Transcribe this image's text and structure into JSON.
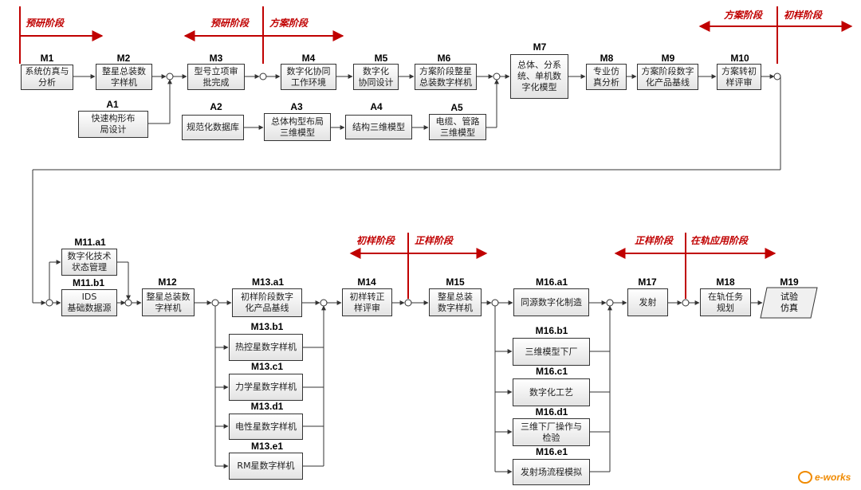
{
  "phases": {
    "p1": "预研阶段",
    "p2a": "预研阶段",
    "p2b": "方案阶段",
    "p3a": "方案阶段",
    "p3b": "初样阶段",
    "p4a": "初样阶段",
    "p4b": "正样阶段",
    "p5a": "正样阶段",
    "p5b": "在轨应用阶段"
  },
  "nodes": {
    "M1": {
      "code": "M1",
      "label": "系统仿真与\n分析"
    },
    "M2": {
      "code": "M2",
      "label": "整星总装数\n字样机"
    },
    "A1": {
      "code": "A1",
      "label": "快速构形布\n局设计"
    },
    "M3": {
      "code": "M3",
      "label": "型号立项审\n批完成"
    },
    "A2": {
      "code": "A2",
      "label": "规范化数据库"
    },
    "M4": {
      "code": "M4",
      "label": "数字化协同\n工作环境"
    },
    "A3": {
      "code": "A3",
      "label": "总体构型布局\n三维模型"
    },
    "M5": {
      "code": "M5",
      "label": "数字化\n协同设计"
    },
    "A4": {
      "code": "A4",
      "label": "结构三维模型"
    },
    "M6": {
      "code": "M6",
      "label": "方案阶段整星\n总装数字样机"
    },
    "A5": {
      "code": "A5",
      "label": "电缆、管路\n三维模型"
    },
    "M7": {
      "code": "M7",
      "label": "总体、分系\n统、单机数\n字化模型"
    },
    "M8": {
      "code": "M8",
      "label": "专业仿\n真分析"
    },
    "M9": {
      "code": "M9",
      "label": "方案阶段数字\n化产品基线"
    },
    "M10": {
      "code": "M10",
      "label": "方案转初\n样评审"
    },
    "M11a1": {
      "code": "M11.a1",
      "label": "数字化技术\n状态管理"
    },
    "M11b1": {
      "code": "M11.b1",
      "label": "IDS\n基础数据源"
    },
    "M12": {
      "code": "M12",
      "label": "整星总装数\n字样机"
    },
    "M13a1": {
      "code": "M13.a1",
      "label": "初样阶段数字\n化产品基线"
    },
    "M13b1": {
      "code": "M13.b1",
      "label": "热控星数字样机"
    },
    "M13c1": {
      "code": "M13.c1",
      "label": "力学星数字样机"
    },
    "M13d1": {
      "code": "M13.d1",
      "label": "电性星数字样机"
    },
    "M13e1": {
      "code": "M13.e1",
      "label": "RM星数字样机"
    },
    "M14": {
      "code": "M14",
      "label": "初样转正\n样评审"
    },
    "M15": {
      "code": "M15",
      "label": "整星总装\n数字样机"
    },
    "M16a1": {
      "code": "M16.a1",
      "label": "同源数字化制造"
    },
    "M16b1": {
      "code": "M16.b1",
      "label": "三维模型下厂"
    },
    "M16c1": {
      "code": "M16.c1",
      "label": "数字化工艺"
    },
    "M16d1": {
      "code": "M16.d1",
      "label": "三维下厂操作与\n检验"
    },
    "M16e1": {
      "code": "M16.e1",
      "label": "发射场流程模拟"
    },
    "M17": {
      "code": "M17",
      "label": "发射"
    },
    "M18": {
      "code": "M18",
      "label": "在轨任务\n规划"
    },
    "M19": {
      "code": "M19",
      "label": "试验\n仿真"
    }
  },
  "watermark": "e-works",
  "colors": {
    "phase": "#c00000",
    "line": "#333333",
    "box_top": "#ffffff",
    "box_bottom": "#e3e3e3",
    "watermark": "#f08a00"
  }
}
